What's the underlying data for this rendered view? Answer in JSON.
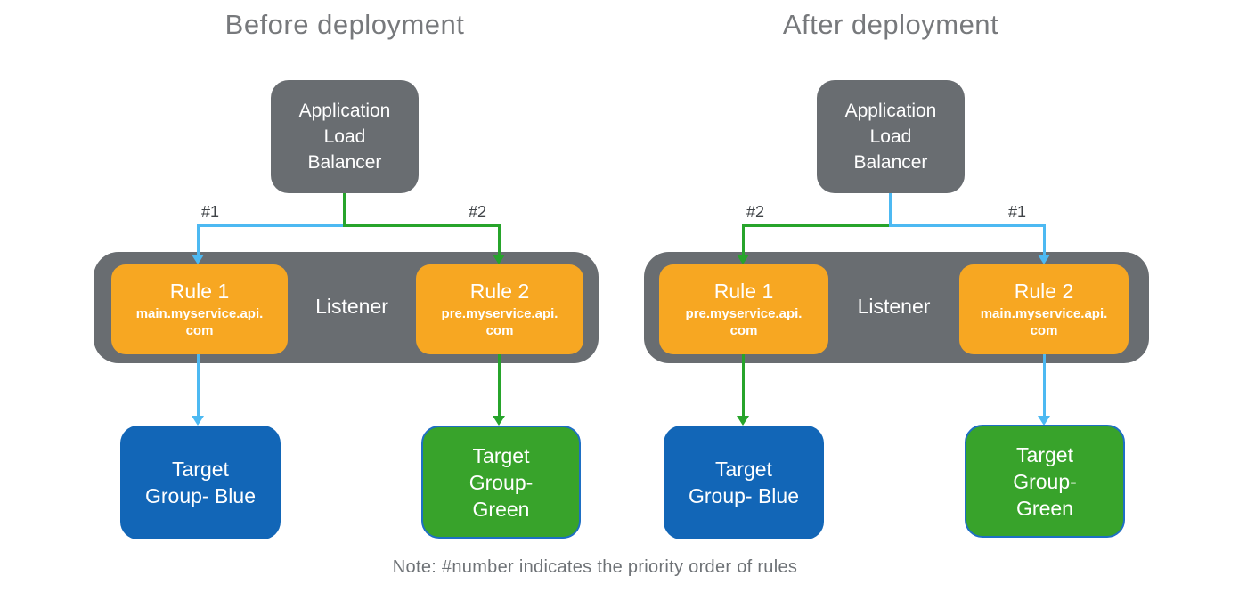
{
  "note": "Note: #number indicates the priority order of rules",
  "diagrams": [
    {
      "title": "Before deployment",
      "alb_label": "Application\nLoad\nBalancer",
      "listener_label": "Listener",
      "rule1": {
        "name": "Rule 1",
        "host": "main.myservice.api.\ncom",
        "priority_label": "#1"
      },
      "rule2": {
        "name": "Rule 2",
        "host": "pre.myservice.api.\ncom",
        "priority_label": "#2"
      },
      "target_blue_label": "Target\nGroup- Blue",
      "target_green_label": "Target\nGroup-\nGreen"
    },
    {
      "title": "After deployment",
      "alb_label": "Application\nLoad\nBalancer",
      "listener_label": "Listener",
      "rule1": {
        "name": "Rule 1",
        "host": "pre.myservice.api.\ncom",
        "priority_label": "#2"
      },
      "rule2": {
        "name": "Rule 2",
        "host": "main.myservice.api.\ncom",
        "priority_label": "#1"
      },
      "target_blue_label": "Target\nGroup- Blue",
      "target_green_label": "Target\nGroup-\nGreen"
    }
  ],
  "colors": {
    "gray": "#696d71",
    "orange": "#f7a722",
    "blue_box": "#1266b7",
    "green_box": "#38a32b",
    "green_box_border": "#1e6fc4",
    "blue_line": "#4db9f2",
    "green_line": "#27a42b",
    "title_text": "#77797c",
    "note_text": "#6e7276",
    "hash_text": "#3f4347"
  }
}
